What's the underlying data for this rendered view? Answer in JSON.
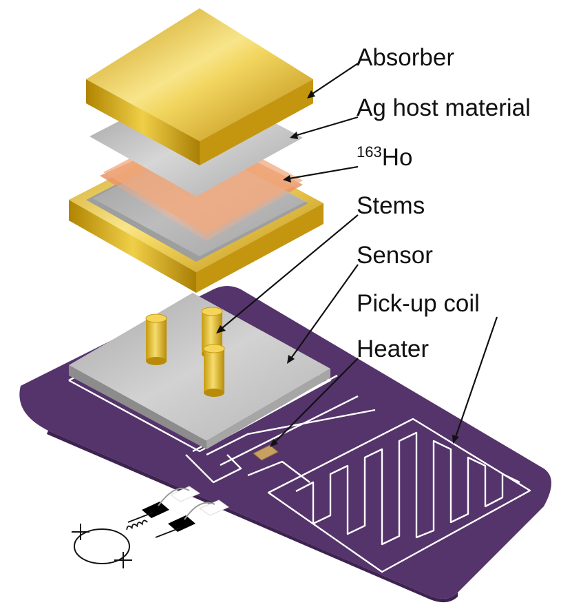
{
  "labels": {
    "absorber": "Absorber",
    "ag_host": "Ag host material",
    "ho_isotope_mass": "163",
    "ho_element": "Ho",
    "stems": "Stems",
    "sensor": "Sensor",
    "pickup_coil": "Pick-up coil",
    "heater": "Heater"
  },
  "colors": {
    "gold": "#d9b319",
    "gold_light": "#f7e27a",
    "gold_dark": "#a67f08",
    "silver": "#bdbdbd",
    "holmium": "#e9946a",
    "substrate": "#55346b",
    "trace": "#ffffff"
  }
}
